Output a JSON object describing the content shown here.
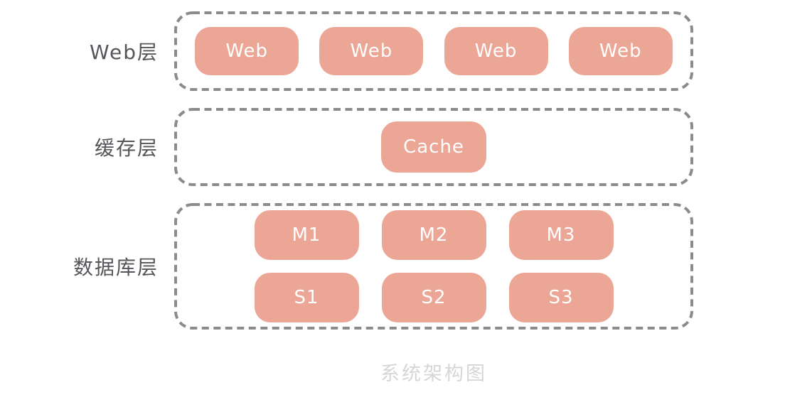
{
  "diagram": {
    "title": "系统架构图",
    "colors": {
      "node_fill": "#ECA695",
      "node_text": "#FFFFFF",
      "dash_border": "#8B8B8B",
      "label_text": "#55565A",
      "title_text": "#D6D6D6"
    },
    "layers": {
      "web": {
        "label": "Web层",
        "nodes": [
          "Web",
          "Web",
          "Web",
          "Web"
        ]
      },
      "cache": {
        "label": "缓存层",
        "nodes": [
          "Cache"
        ]
      },
      "db": {
        "label": "数据库层",
        "rows": [
          [
            "M1",
            "M2",
            "M3"
          ],
          [
            "S1",
            "S2",
            "S3"
          ]
        ]
      }
    }
  }
}
